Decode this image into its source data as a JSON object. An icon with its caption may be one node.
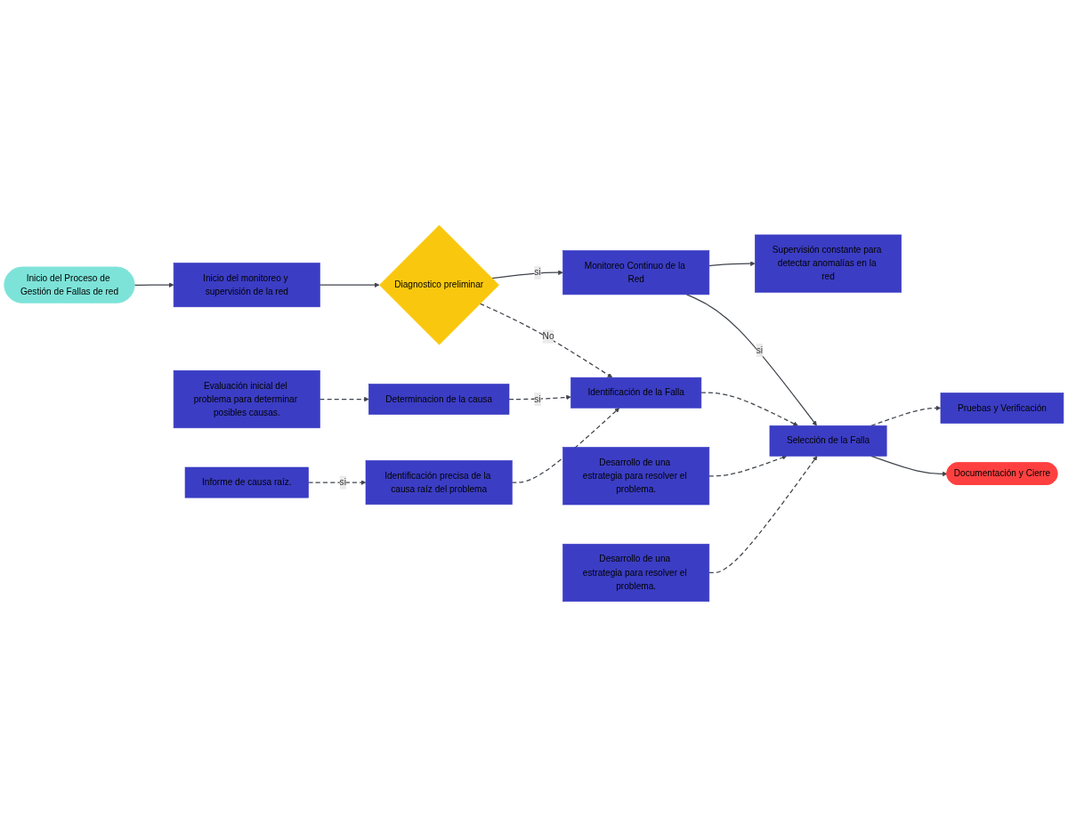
{
  "diagram": {
    "nodes": [
      {
        "text": [
          "Inicio del Proceso de Gestión de Fallas de red"
        ]
      },
      {
        "text": [
          "Inicio del monitoreo y supervisión de la red"
        ]
      },
      {
        "text": [
          "Diagnostico preliminar"
        ]
      },
      {
        "text": [
          "Monitoreo Continuo de la Red"
        ]
      },
      {
        "text": [
          "Supervisión constante para detectar anomalías en la red"
        ]
      },
      {
        "text": [
          "Selección de la Falla"
        ]
      },
      {
        "text": [
          "Pruebas y Verificación"
        ]
      },
      {
        "text": [
          "Documentación y Cierre"
        ]
      },
      {
        "text": [
          "Identificación de la Falla"
        ]
      },
      {
        "text": [
          "Desarrollo de una estrategia para resolver el problema."
        ]
      },
      {
        "text": [
          "Desarrollo de una estrategia para resolver el problema."
        ]
      },
      {
        "text": [
          "Determinacion de la causa"
        ]
      },
      {
        "text": [
          "Identificación precisa de la causa raíz del problema"
        ]
      },
      {
        "text": [
          "Evaluación inicial del problema para determinar posibles causas."
        ]
      },
      {
        "text": [
          "Informe de causa raíz."
        ]
      }
    ],
    "edges": [
      {
        "from": 0,
        "to": 1,
        "arrow": "to"
      },
      {
        "from": 1,
        "to": 2,
        "arrow": "to"
      },
      {
        "from": 2,
        "to": 3,
        "arrow": "to",
        "label": "si"
      },
      {
        "from": 3,
        "to": 4,
        "arrow": "to"
      },
      {
        "from": 3,
        "to": 5,
        "arrow": "to",
        "label": "si"
      },
      {
        "from": 2,
        "to": 8,
        "arrow": "to",
        "label": "No",
        "style": "dashed"
      },
      {
        "from": 8,
        "to": 5,
        "arrow": "to",
        "style": "dashed"
      },
      {
        "from": 5,
        "to": 6,
        "arrow": "to",
        "style": "dashed"
      },
      {
        "from": 5,
        "to": 7,
        "arrow": "to"
      },
      {
        "from": 9,
        "to": 5,
        "arrow": "to",
        "style": "dashed"
      },
      {
        "from": 10,
        "to": 5,
        "arrow": "to",
        "style": "dashed"
      },
      {
        "from": 11,
        "to": 8,
        "arrow": "to",
        "label": "si",
        "style": "dashed"
      },
      {
        "from": 12,
        "to": 8,
        "arrow": "to",
        "style": "dashed"
      },
      {
        "from": 14,
        "to": 12,
        "arrow": "to",
        "label": "si",
        "style": "dashed"
      },
      {
        "from": 13,
        "to": 11,
        "arrow": "to",
        "style": "dashed"
      }
    ]
  }
}
